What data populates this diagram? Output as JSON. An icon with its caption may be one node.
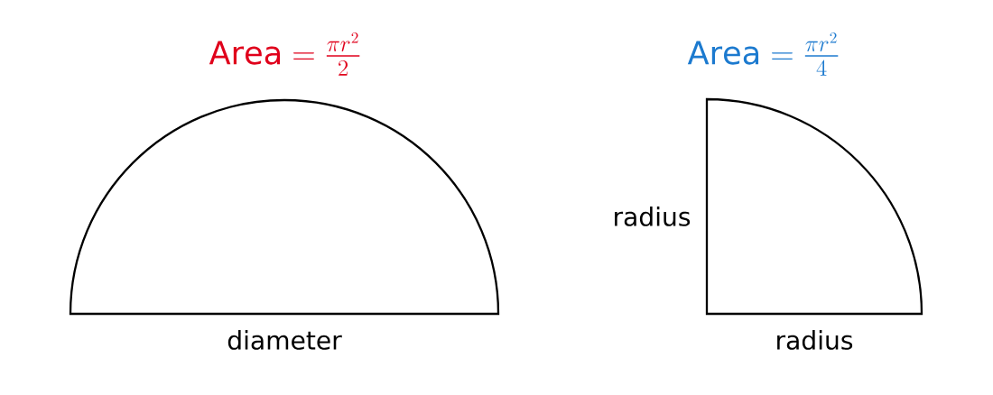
{
  "diagram": {
    "nodes": [
      {
        "text": [
          "\\mathrm{Area} = \\frac{\\pi r^{2}}{2}",
          "diameter"
        ]
      },
      {
        "text": [
          "\\mathrm{Area} = \\frac{\\pi r^{2}}{4}",
          "radius",
          "radius"
        ]
      }
    ]
  }
}
